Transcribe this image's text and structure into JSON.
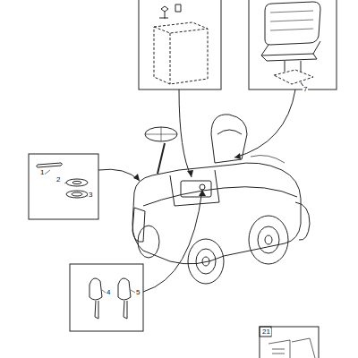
{
  "diagram": {
    "labels": [
      "1",
      "2",
      "3",
      "4",
      "5",
      "7",
      "21"
    ]
  }
}
